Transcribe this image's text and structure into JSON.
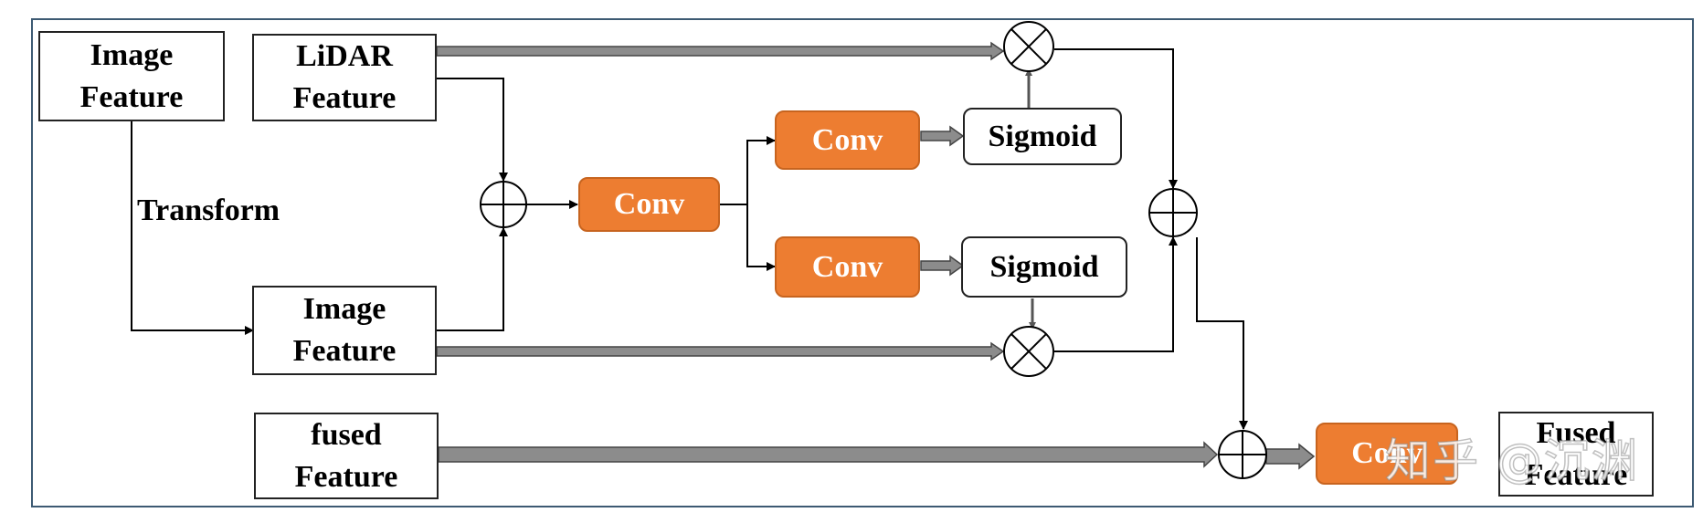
{
  "diagram": {
    "boxes": {
      "image_feature_top": "Image\nFeature",
      "lidar_feature": "LiDAR\nFeature",
      "image_feature_transformed": "Image\nFeature",
      "fused_feature_in": "fused\nFeature",
      "conv_main": "Conv",
      "conv_upper": "Conv",
      "conv_lower": "Conv",
      "sigmoid_upper": "Sigmoid",
      "sigmoid_lower": "Sigmoid",
      "conv_final": "Conv",
      "fused_feature_out": "Fused\nFeature"
    },
    "edge_labels": {
      "transform": "Transform"
    },
    "operators": {
      "add": "⊕",
      "multiply": "⊗"
    }
  },
  "watermark": "知乎 @沉渊",
  "colors": {
    "conv_fill": "#ed7d31",
    "frame": "#3d5a73",
    "thick_arrow": "#8c8c8c"
  }
}
